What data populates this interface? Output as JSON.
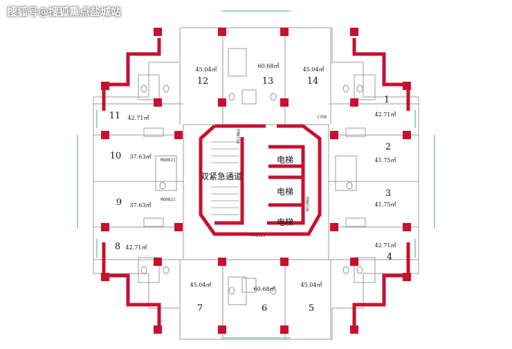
{
  "watermark": "搜狐号@搜狐熏点盐城站",
  "core": {
    "stair": "双紧急通道",
    "elevators": [
      "电梯",
      "电梯",
      "电梯"
    ],
    "marks": [
      "1700",
      "FM1521",
      "FM0720",
      "FM0720"
    ]
  },
  "units": [
    {
      "id": "1",
      "area": "42.71㎡"
    },
    {
      "id": "2",
      "area": "41.75㎡"
    },
    {
      "id": "3",
      "area": "41.75㎡"
    },
    {
      "id": "4",
      "area": "42.71㎡"
    },
    {
      "id": "5",
      "area": "45.04㎡"
    },
    {
      "id": "6",
      "area": "60.68㎡"
    },
    {
      "id": "7",
      "area": "45.04㎡"
    },
    {
      "id": "8",
      "area": "42.71㎡"
    },
    {
      "id": "9",
      "area": "37.63㎡"
    },
    {
      "id": "10",
      "area": "37.63㎡"
    },
    {
      "id": "11",
      "area": "42.71㎡"
    },
    {
      "id": "12",
      "area": "45.04㎡"
    },
    {
      "id": "13",
      "area": "60.68㎡"
    },
    {
      "id": "14",
      "area": "45.04㎡"
    }
  ],
  "door_tags": [
    "MQ0821",
    "MQ0821"
  ],
  "colors": {
    "wall": "#c8102e",
    "line": "#9a9a9a",
    "window": "#9fd3c7"
  }
}
